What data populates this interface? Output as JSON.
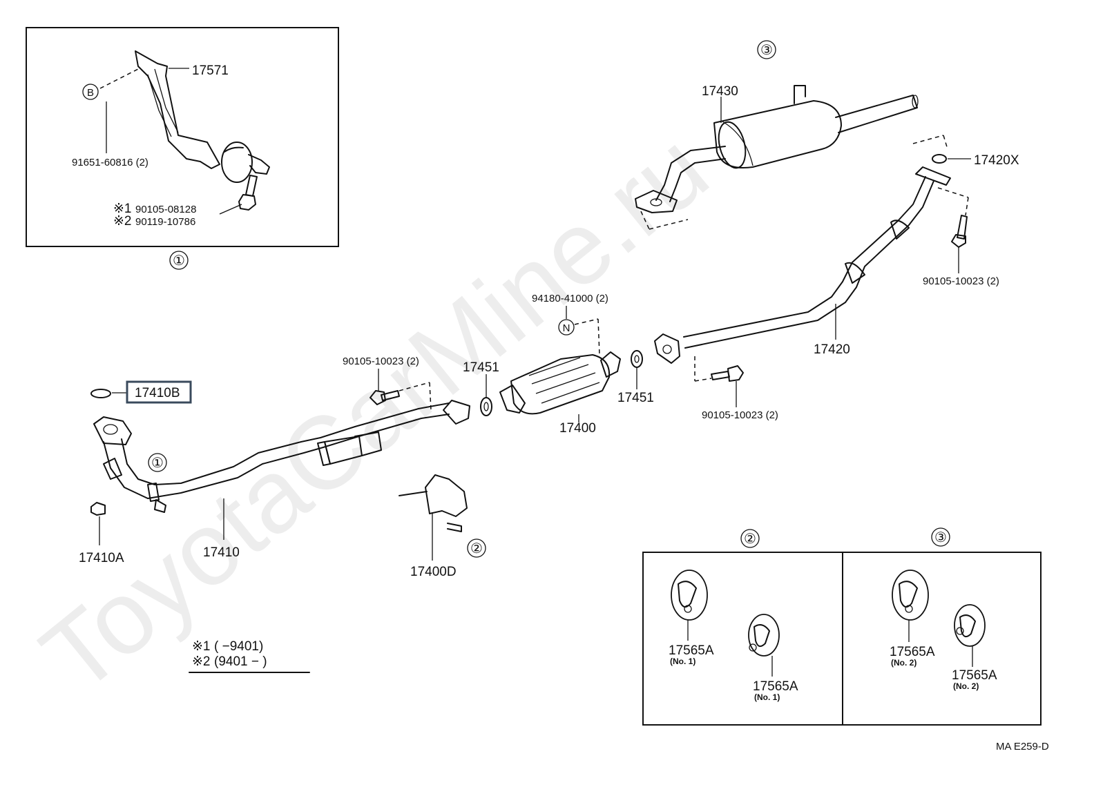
{
  "diagram": {
    "watermark": "ToyotaCarMine.ru",
    "figure_code": "MA E259-D",
    "labels": {
      "p17571": "17571",
      "p91651": "91651-60816 (2)",
      "p90105_08128": "90105-08128",
      "p90119_10786": "90119-10786",
      "mark1": "※1",
      "mark2": "※2",
      "p17430": "17430",
      "p17420X": "17420X",
      "p90105_10023_a": "90105-10023 (2)",
      "p94180": "94180-41000 (2)",
      "p17420": "17420",
      "p90105_10023_b": "90105-10023 (2)",
      "p90105_10023_c": "90105-10023 (2)",
      "p17451_a": "17451",
      "p17451_b": "17451",
      "p17400": "17400",
      "p17410B": "17410B",
      "p17410A": "17410A",
      "p17410": "17410",
      "p17400D": "17400D",
      "p17565A_1": "17565A",
      "p17565A_1_sub": "(No. 1)",
      "p17565A_2": "17565A",
      "p17565A_2_sub": "(No. 1)",
      "p17565A_3": "17565A",
      "p17565A_3_sub": "(No. 2)",
      "p17565A_4": "17565A",
      "p17565A_4_sub": "(No. 2)"
    },
    "callouts": {
      "c1_box": "①",
      "c1_pipe": "①",
      "c2_hanger": "②",
      "c2_box": "②",
      "c3_muffler": "③",
      "c3_box": "③",
      "letter_b": "B",
      "letter_n": "N"
    },
    "legend": {
      "row1_mark": "※1",
      "row1_range": "(       −9401)",
      "row2_mark": "※2",
      "row2_range": "(9401 −       )"
    },
    "highlight_color": "#3a4a5c"
  }
}
